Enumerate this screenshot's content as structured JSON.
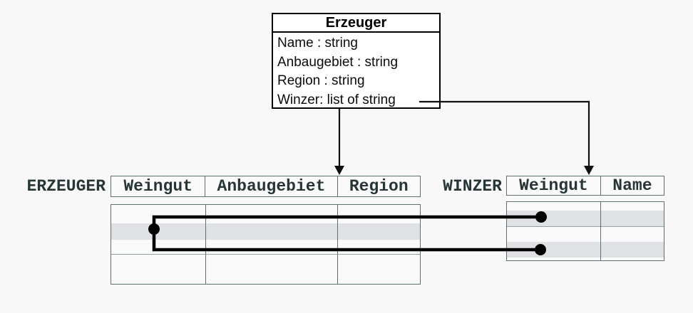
{
  "class_box": {
    "title": "Erzeuger",
    "attributes": [
      "Name : string",
      "Anbaugebiet : string",
      "Region : string",
      "Winzer: list of string"
    ]
  },
  "tables": {
    "erzeuger": {
      "label": "ERZEUGER",
      "columns": [
        "Weingut",
        "Anbaugebiet",
        "Region"
      ]
    },
    "winzer": {
      "label": "WINZER",
      "columns": [
        "Weingut",
        "Name"
      ]
    }
  },
  "colors": {
    "background": "#f8f8f9",
    "table_text": "#263535",
    "table_border": "#5e6f6f",
    "grid_line": "#93a3a3",
    "row_highlight": "#e0e1e5",
    "connector": "#000000"
  }
}
